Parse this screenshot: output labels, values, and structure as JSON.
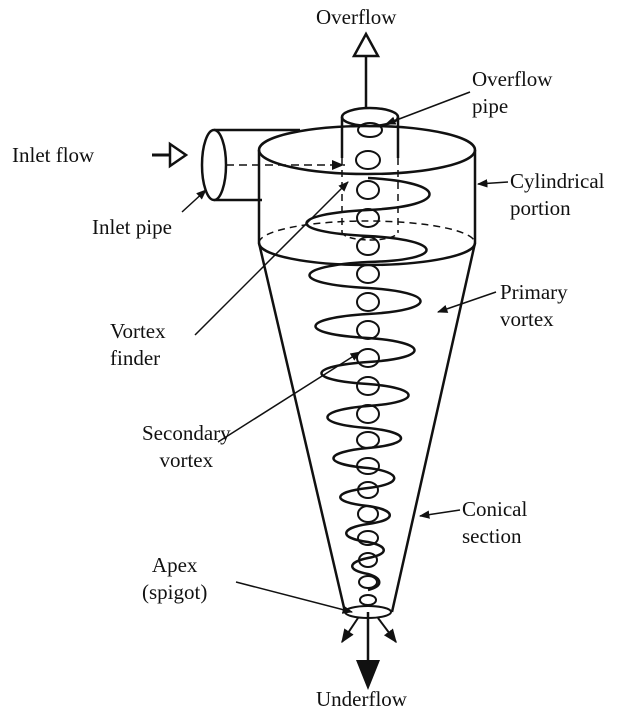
{
  "diagram": {
    "labels": {
      "overflow": "Overflow",
      "overflow_pipe": [
        "Overflow",
        "pipe"
      ],
      "inlet_flow": "Inlet flow",
      "inlet_pipe": "Inlet pipe",
      "cylindrical_portion": [
        "Cylindrical",
        "portion"
      ],
      "primary_vortex": [
        "Primary",
        "vortex"
      ],
      "vortex_finder": [
        "Vortex",
        "finder"
      ],
      "secondary_vortex": [
        "Secondary",
        "vortex"
      ],
      "conical_section": [
        "Conical",
        "section"
      ],
      "apex": [
        "Apex",
        "(spigot)"
      ],
      "underflow": "Underflow"
    },
    "colors": {
      "ink": "#111111",
      "background": "#ffffff"
    }
  }
}
